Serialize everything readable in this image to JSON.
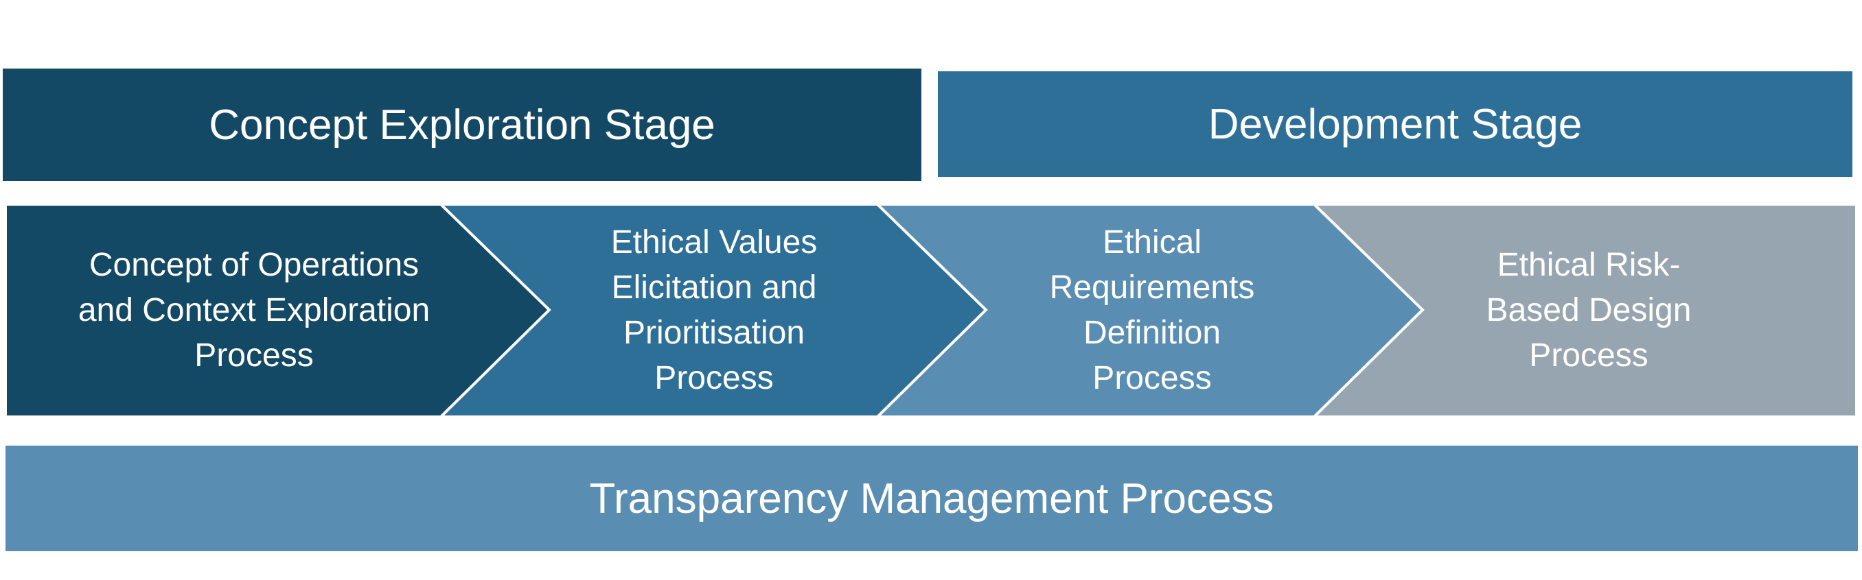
{
  "stages": {
    "concept_label": "Concept Exploration Stage",
    "development_label": "Development Stage"
  },
  "processes": [
    {
      "lines": [
        "Concept of Operations",
        "and Context Exploration",
        "Process"
      ],
      "color": "#144965"
    },
    {
      "lines": [
        "Ethical Values",
        "Elicitation and",
        "Prioritisation",
        "Process"
      ],
      "color": "#2e6f98"
    },
    {
      "lines": [
        "Ethical",
        "Requirements",
        "Definition",
        "Process"
      ],
      "color": "#5a8db2"
    },
    {
      "lines": [
        "Ethical Risk-",
        "Based Design",
        "Process"
      ],
      "color": "#97a5b1"
    }
  ],
  "bottom_bar": {
    "label": "Transparency Management Process"
  },
  "colors": {
    "dark_navy": "#144965",
    "steel_blue": "#2e6f98",
    "light_blue": "#5a8db2",
    "grey_blue": "#97a5b1"
  }
}
